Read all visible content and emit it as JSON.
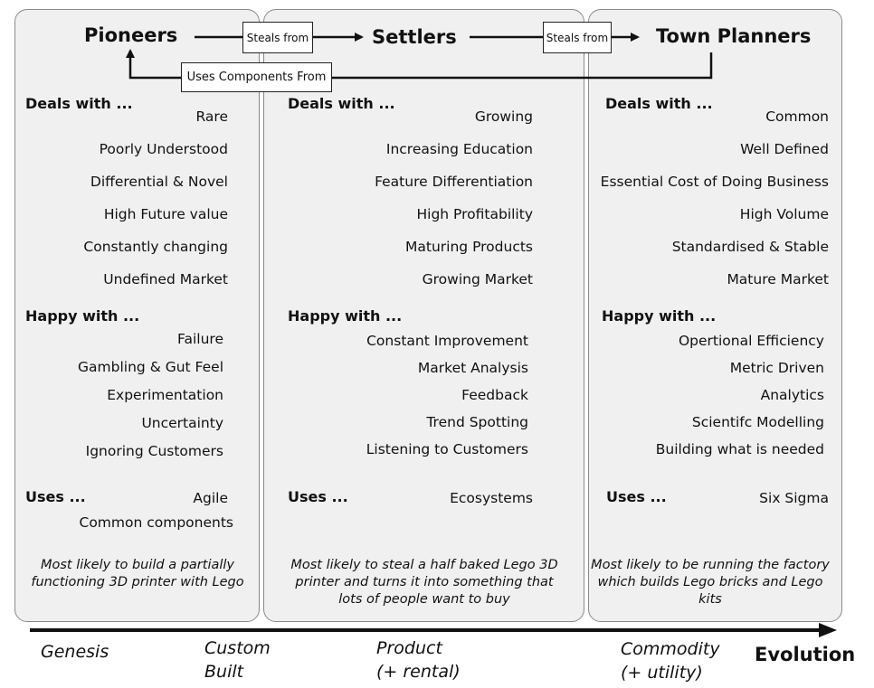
{
  "pioneers": {
    "title": "Pioneers",
    "deals_head": "Deals with ...",
    "deals": [
      "Rare",
      "Poorly Understood",
      "Differential & Novel",
      "High Future value",
      "Constantly changing",
      "Undefined Market"
    ],
    "happy_head": "Happy with ...",
    "happy": [
      "Failure",
      "Gambling & Gut Feel",
      "Experimentation",
      "Uncertainty",
      "Ignoring Customers"
    ],
    "uses_head": "Uses ...",
    "uses": [
      "Agile",
      "Common components"
    ],
    "note": "Most likely to build a partially functioning 3D printer with Lego"
  },
  "settlers": {
    "title": "Settlers",
    "deals_head": "Deals with ...",
    "deals": [
      "Growing",
      "Increasing Education",
      "Feature Differentiation",
      "High Profitability",
      "Maturing Products",
      "Growing Market"
    ],
    "happy_head": "Happy with ...",
    "happy": [
      "Constant Improvement",
      "Market Analysis",
      "Feedback",
      "Trend Spotting",
      "Listening to Customers"
    ],
    "uses_head": "Uses ...",
    "uses": [
      "Ecosystems"
    ],
    "note": "Most likely to steal a half baked Lego 3D printer and turns it into something that lots of people want to buy"
  },
  "town_planners": {
    "title": "Town Planners",
    "deals_head": "Deals with ...",
    "deals": [
      "Common",
      "Well Defined",
      "Essential Cost of Doing Business",
      "High Volume",
      "Standardised & Stable",
      "Mature Market"
    ],
    "happy_head": "Happy with ...",
    "happy": [
      "Opertional Efficiency",
      "Metric Driven",
      "Analytics",
      "Scientifc Modelling",
      "Building what is needed"
    ],
    "uses_head": "Uses ...",
    "uses": [
      "Six Sigma"
    ],
    "note": "Most likely to be running the factory which builds Lego bricks and Lego kits"
  },
  "connectors": {
    "steals_from_1": "Steals from",
    "steals_from_2": "Steals from",
    "uses_components": "Uses Components From"
  },
  "axis": {
    "stages": [
      {
        "line1": "Genesis",
        "line2": ""
      },
      {
        "line1": "Custom",
        "line2": "Built"
      },
      {
        "line1": "Product",
        "line2": "(+ rental)"
      },
      {
        "line1": "Commodity",
        "line2": "(+ utility)"
      }
    ],
    "label": "Evolution"
  }
}
